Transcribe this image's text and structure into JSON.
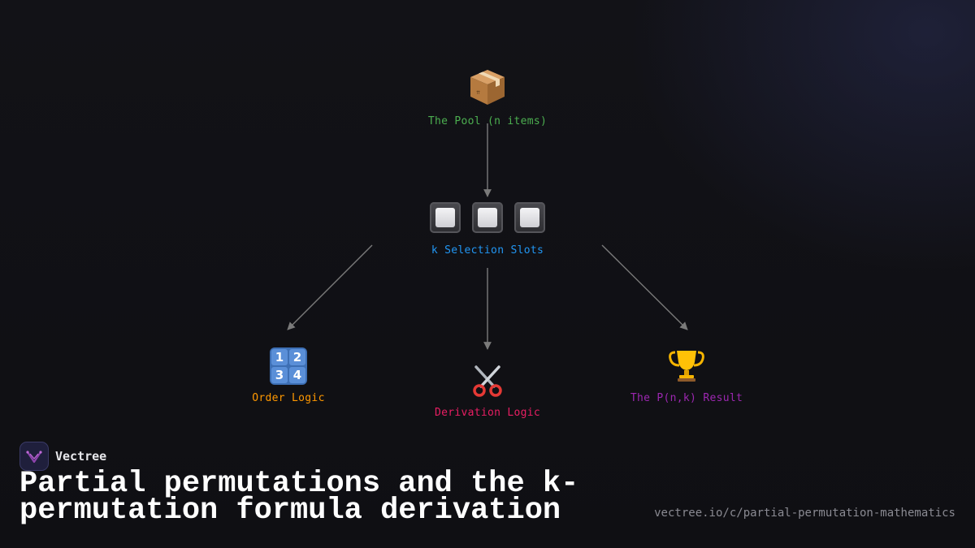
{
  "diagram": {
    "nodes": {
      "pool": {
        "icon": "package-icon",
        "label": "The Pool (n items)",
        "color": "#4caf50"
      },
      "slots": {
        "icon": "slot-square-icon",
        "label": "k Selection Slots",
        "color": "#2196f3"
      },
      "order": {
        "icon": "numbers-keypad-icon",
        "label": "Order Logic",
        "color": "#ff9800",
        "keypad": [
          "1",
          "2",
          "3",
          "4"
        ]
      },
      "derivation": {
        "icon": "scissors-icon",
        "label": "Derivation Logic",
        "color": "#e91e63"
      },
      "result": {
        "icon": "trophy-icon",
        "label": "The P(n,k) Result",
        "color": "#9c27b0"
      }
    },
    "edges": [
      {
        "from": "pool",
        "to": "slots"
      },
      {
        "from": "slots",
        "to": "order"
      },
      {
        "from": "slots",
        "to": "derivation"
      },
      {
        "from": "slots",
        "to": "result"
      }
    ],
    "arrow_color": "#7a7a7a"
  },
  "footer": {
    "brand": "Vectree",
    "title": "Partial permutations and the k-permutation formula derivation",
    "url": "vectree.io/c/partial-permutation-mathematics",
    "accent": "#8e44ad"
  }
}
